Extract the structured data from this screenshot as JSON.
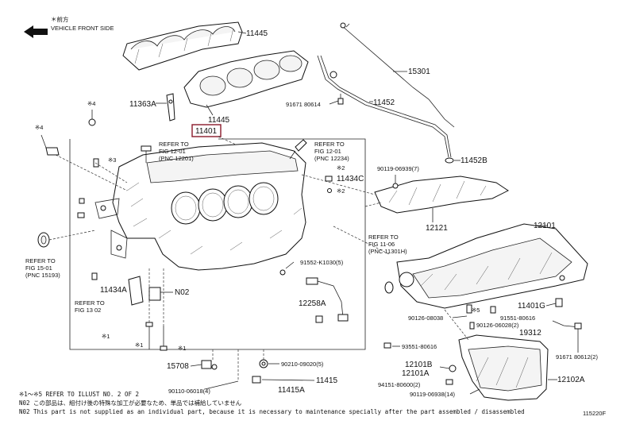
{
  "orientation": {
    "jp": "＊前方",
    "en": "VEHICLE FRONT SIDE"
  },
  "labels": {
    "p11445a": "11445",
    "p11445b": "11445",
    "p15301": "15301",
    "p11363A": "11363A",
    "p91671_80614": "91671  80614",
    "p11452": "11452",
    "p11401": "11401",
    "p11452B": "11452B",
    "p90119_06939": "90119-06939(7)",
    "p11434C": "11434C",
    "p12121": "12121",
    "p12101": "12101",
    "p91552": "91552-K1030(5)",
    "p12258A": "12258A",
    "p11434A": "11434A",
    "pN02": "N02",
    "p90126_08038": "90126-08038",
    "p90126_06028": "90126-06028(2)",
    "p11401G": "11401G",
    "p91551_80616a": "91551-80616",
    "p19312": "19312",
    "p93551": "93551-80616",
    "p91671_80612": "91671  80612(2)",
    "p15708": "15708",
    "p90210": "90210-09020(5)",
    "p11415": "11415",
    "p11415A": "11415A",
    "p90110": "90110-06018(4)",
    "p12101B": "12101B",
    "p12101A": "12101A",
    "p94151": "94151-80600(2)",
    "p90119_06938": "90119-06938(14)",
    "p12102A": "12102A",
    "m1a": "※1",
    "m1b": "※1",
    "m1c": "※1",
    "m2a": "※2",
    "m2b": "※2",
    "m3": "※3",
    "m4a": "※4",
    "m4b": "※4",
    "m5": "※5"
  },
  "refs": {
    "r1": [
      "REFER TO",
      "FIG 12-01",
      "(PNC 12201)"
    ],
    "r2": [
      "REFER TO",
      "FIG 12-01",
      "(PNC 12234)"
    ],
    "r3": [
      "REFER TO",
      "FIG 11-06",
      "(PNC 11301H)"
    ],
    "r4": [
      "REFER  TO",
      "FIG 15-01",
      "(PNC 15193)"
    ],
    "r5": [
      "REFER TO",
      "FIG 13 02"
    ]
  },
  "notes": {
    "line1": "※1～※5  REFER  TO  ILLUST  NO. 2  OF  2",
    "line2": "N02  この部品は、組付け後の特殊な加工が必要なため、単品では補給していません",
    "line3": "N02  This part is not supplied as an individual part, because it is necessary to maintenance specially after the part assembled / disassembled"
  },
  "illustration_number": "115220F"
}
